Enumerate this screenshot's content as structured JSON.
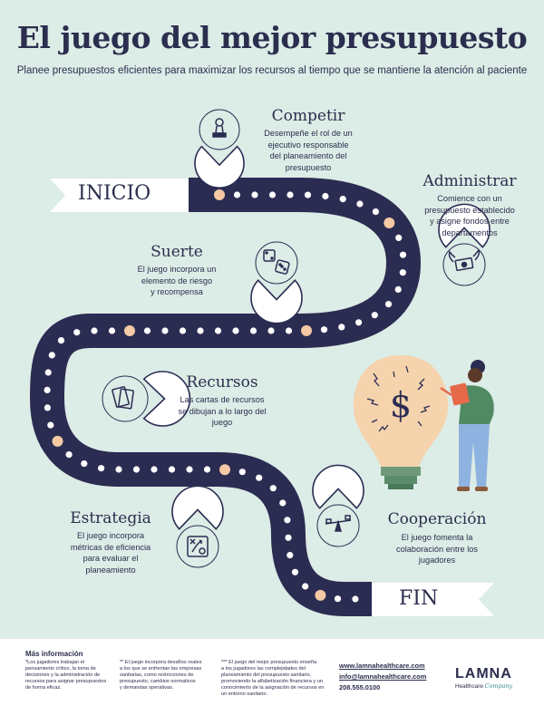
{
  "title": "El juego del mejor presupuesto",
  "subtitle": "Planee presupuestos eficientes para maximizar los recursos al tiempo que se mantiene la atención al paciente",
  "start_label": "INICIO",
  "end_label": "FIN",
  "sections": {
    "competir": {
      "title": "Competir",
      "desc": [
        "Desempeñe el rol de un",
        "ejecutivo responsable",
        "del planeamiento del",
        "presupuesto"
      ],
      "icon": "chess-pawn-icon"
    },
    "administrar": {
      "title": "Administrar",
      "desc": [
        "Comience con un",
        "presupuesto establecido",
        "y asigne fondos entre",
        "departamentos"
      ],
      "icon": "flying-money-icon"
    },
    "suerte": {
      "title": "Suerte",
      "desc": [
        "El juego incorpora un",
        "elemento de riesgo",
        "y recompensa"
      ],
      "icon": "dice-icon"
    },
    "recursos": {
      "title": "Recursos",
      "desc": [
        "Las cartas de recursos",
        "se dibujan a lo largo del",
        "juego"
      ],
      "icon": "cards-icon"
    },
    "estrategia": {
      "title": "Estrategia",
      "desc": [
        "El juego incorpora",
        "métricas de eficiencia",
        "para evaluar el",
        "planeamiento"
      ],
      "icon": "strategy-board-icon"
    },
    "cooperacion": {
      "title": "Cooperación",
      "desc": [
        "El juego fomenta la",
        "colaboración entre los",
        "jugadores"
      ],
      "icon": "seesaw-icon"
    }
  },
  "colors": {
    "background": "#dcece6",
    "road": "#2b2c52",
    "accent": "#f4c9a4",
    "pin": "#ffffff"
  },
  "footer": {
    "heading": "Más información",
    "col1": [
      "*Los jugadores trabajan el",
      "pensamiento crítico, la toma de",
      "decisiones y la administración de",
      "recursos para asignar presupuestos",
      "de forma eficaz."
    ],
    "col2": [
      "** El juego incorpora desafíos reales",
      "a los que se enfrentan las empresas",
      "sanitarias, como restricciones de",
      "presupuesto, cambios normativos",
      "y demandas operativas."
    ],
    "col3": [
      "*** El juego del mejor presupuesto enseña",
      "a los jugadores las complejidades del",
      "planeamiento del presupuesto sanitario,",
      "promoviendo la alfabetización financiera y un",
      "conocimiento de la asignación de recursos en",
      "un entorno sanitario."
    ],
    "website": "www.lamnahealthcare.com",
    "email": "info@lamnahealthcare.com",
    "phone": "208.555.0100",
    "logo_main": "LAMNA",
    "logo_sub": "Healthcare",
    "logo_company": "Company"
  }
}
